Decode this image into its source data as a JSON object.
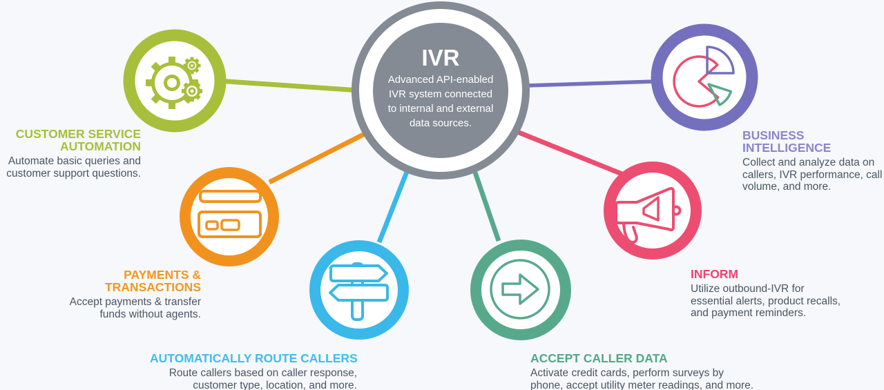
{
  "diagram_title": "IVR hub-and-spoke infographic",
  "colors": {
    "background": "#f6f8fb",
    "body_text": "#4a5563",
    "hub_gray": "#848b95"
  },
  "hub": {
    "title": "IVR",
    "desc_lines": [
      "Advanced API-enabled",
      "IVR system connected",
      "to internal and external",
      "data sources."
    ],
    "color": "#848b95"
  },
  "nodes": [
    {
      "id": "customer-service-automation",
      "icon": "gears-icon",
      "color": "#a8bf3b",
      "title_color": "#a4c13a",
      "title_lines": [
        "CUSTOMER SERVICE",
        "AUTOMATION"
      ],
      "desc_lines": [
        "Automate basic queries and",
        "customer support questions."
      ]
    },
    {
      "id": "payments-transactions",
      "icon": "credit-card-icon",
      "color": "#f1921f",
      "title_color": "#f5961c",
      "title_lines": [
        "PAYMENTS &",
        "TRANSACTIONS"
      ],
      "desc_lines": [
        "Accept payments & transfer",
        "funds without agents."
      ]
    },
    {
      "id": "automatically-route-callers",
      "icon": "signpost-icon",
      "color": "#3ab8e9",
      "title_color": "#3dbdee",
      "title_lines": [
        "AUTOMATICALLY ROUTE CALLERS"
      ],
      "desc_lines": [
        "Route callers based on caller response,",
        "customer type, location, and more."
      ]
    },
    {
      "id": "accept-caller-data",
      "icon": "arrow-circle-icon",
      "color": "#58a98b",
      "title_color": "#51a886",
      "title_lines": [
        "ACCEPT CALLER DATA"
      ],
      "desc_lines": [
        "Activate credit cards, perform surveys by",
        "phone, accept utility meter readings, and more."
      ]
    },
    {
      "id": "inform",
      "icon": "megaphone-icon",
      "color": "#ec4d71",
      "title_color": "#f2416e",
      "title_lines": [
        "INFORM"
      ],
      "desc_lines": [
        "Utilize outbound-IVR for",
        "essential alerts, product recalls,",
        "and payment reminders."
      ]
    },
    {
      "id": "business-intelligence",
      "icon": "pie-chart-icon",
      "color": "#7470bd",
      "title_color": "#8b85cb",
      "title_lines": [
        "BUSINESS",
        "INTELLIGENCE"
      ],
      "desc_lines": [
        "Collect and analyze data on",
        "callers, IVR performance, call",
        "volume, and more."
      ]
    }
  ]
}
